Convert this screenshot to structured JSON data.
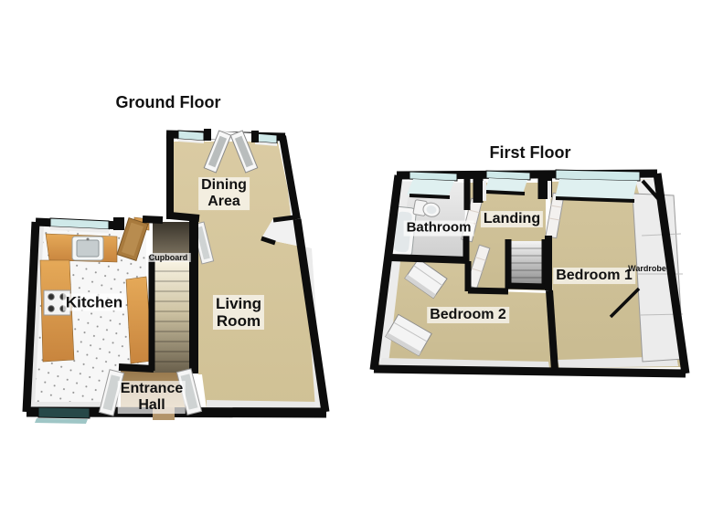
{
  "floors": {
    "ground": {
      "title": "Ground Floor",
      "rooms": {
        "dining_area": "Dining\nArea",
        "living_room": "Living\nRoom",
        "kitchen": "Kitchen",
        "entrance_hall": "Entrance\nHall",
        "cupboard": "Cupboard"
      }
    },
    "first": {
      "title": "First Floor",
      "rooms": {
        "bathroom": "Bathroom",
        "landing": "Landing",
        "bedroom_1": "Bedroom 1",
        "bedroom_2": "Bedroom 2",
        "wardrobe": "Wardrobe"
      }
    }
  },
  "colors": {
    "wall": "#0d0d0d",
    "carpet": "#d6c79f",
    "carpet_dark": "#cdbf96",
    "kitchen_tile": "#f7f7f7",
    "counter_orange": "#dd9d50",
    "wood_door": "#a87a3d",
    "window_glass": "#cfe9e9",
    "window_dark": "#274848",
    "stair_light": "#f5efdf",
    "stair_dark": "#6e6450",
    "hall_floor": "#b2946a",
    "label_text": "#111111"
  }
}
